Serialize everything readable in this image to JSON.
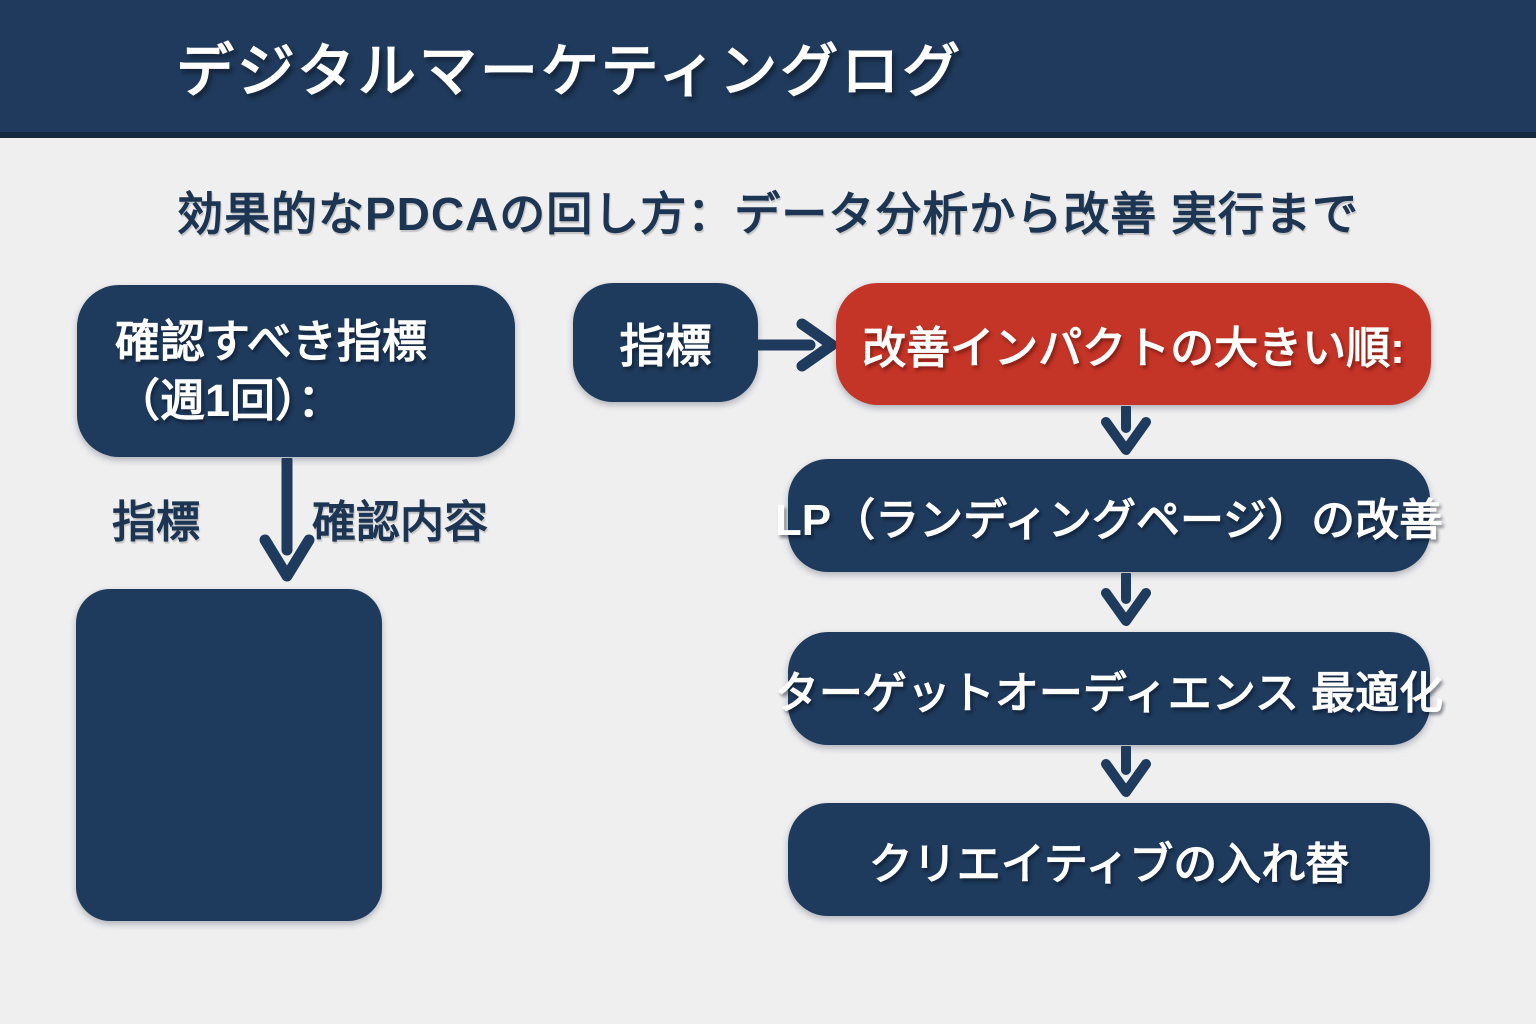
{
  "header": {
    "title": "デジタルマーケティングログ"
  },
  "page": {
    "title": "効果的なPDCAの回し方：データ分析から改善 実行まで"
  },
  "left_flow": {
    "metrics_box": {
      "line1": "確認すべき指標",
      "line2": "（週1回）："
    },
    "col_label_1": "指標",
    "col_label_2": "確認内容"
  },
  "right_flow": {
    "source_box": "指標",
    "impact_box": "改善インパクトの大きい順:",
    "steps": [
      "LP（ランディングページ）の改善",
      "ターゲットオーディエンス 最適化",
      "クリエイティブの入れ替"
    ]
  },
  "colors": {
    "navy": "#1e3a5c",
    "red": "#c43427",
    "background": "#efeff0",
    "header_bar": "#1f3a5c",
    "header_border": "#16283e",
    "text_on_dark": "#ffffff",
    "text_on_light": "#1c3553"
  }
}
